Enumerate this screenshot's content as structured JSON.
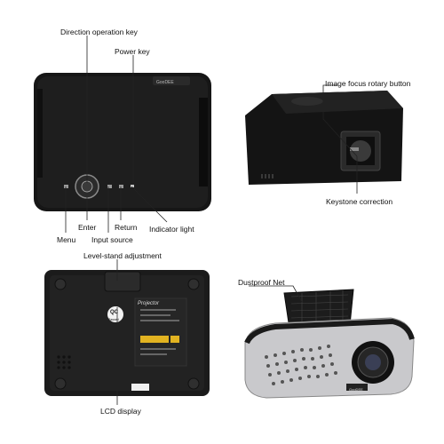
{
  "labels": {
    "direction_key": "Direction operation key",
    "power_key": "Power key",
    "menu": "Menu",
    "enter": "Enter",
    "input_source": "Input source",
    "return": "Return",
    "indicator_light": "Indicator light",
    "image_focus": "Image focus rotary button",
    "keystone": "Keystone correction",
    "level_stand": "Level-stand adjustment",
    "lcd_display": "LCD display",
    "dustproof_net": "Dustproof Net"
  },
  "product_text": {
    "top_brand": "GooDEE",
    "bottom_brand": "Projector",
    "qc_badge_top": "QC",
    "qc_badge_bottom": "Passed",
    "lens_brand": "GooDEE"
  },
  "colors": {
    "body_black": "#151515",
    "body_silver": "#cfcfd1",
    "label_line": "#222222"
  }
}
